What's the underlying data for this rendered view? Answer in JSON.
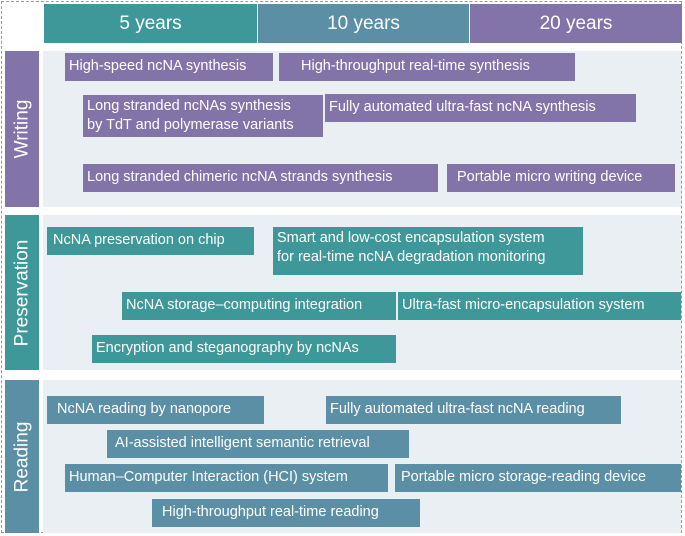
{
  "colors": {
    "purple": "#8273a9",
    "teal": "#3e9899",
    "blue": "#5b8fa5",
    "band_background": "#eaeff4"
  },
  "timeline": {
    "periods": [
      "5 years",
      "10 years",
      "20 years"
    ]
  },
  "lanes": [
    {
      "label": "Writing",
      "items": [
        "High-speed ncNA synthesis",
        "High-throughput real-time synthesis",
        [
          "Long stranded ncNAs synthesis",
          "by TdT and polymerase variants"
        ],
        "Fully automated ultra-fast ncNA synthesis",
        "Long stranded chimeric  ncNA strands synthesis",
        "Portable micro writing device"
      ]
    },
    {
      "label": "Preservation",
      "items": [
        "NcNA preservation on chip",
        [
          "Smart and low-cost encapsulation system",
          "for real-time ncNA degradation monitoring"
        ],
        "NcNA storage–computing integration",
        "Ultra-fast micro-encapsulation system",
        "Encryption and steganography by ncNAs"
      ]
    },
    {
      "label": "Reading",
      "items": [
        "NcNA reading by nanopore",
        "Fully automated ultra-fast ncNA reading",
        "AI-assisted intelligent semantic retrieval",
        "Human–Computer Interaction (HCI) system",
        "Portable micro storage-reading device",
        "High-throughput real-time reading"
      ]
    }
  ]
}
